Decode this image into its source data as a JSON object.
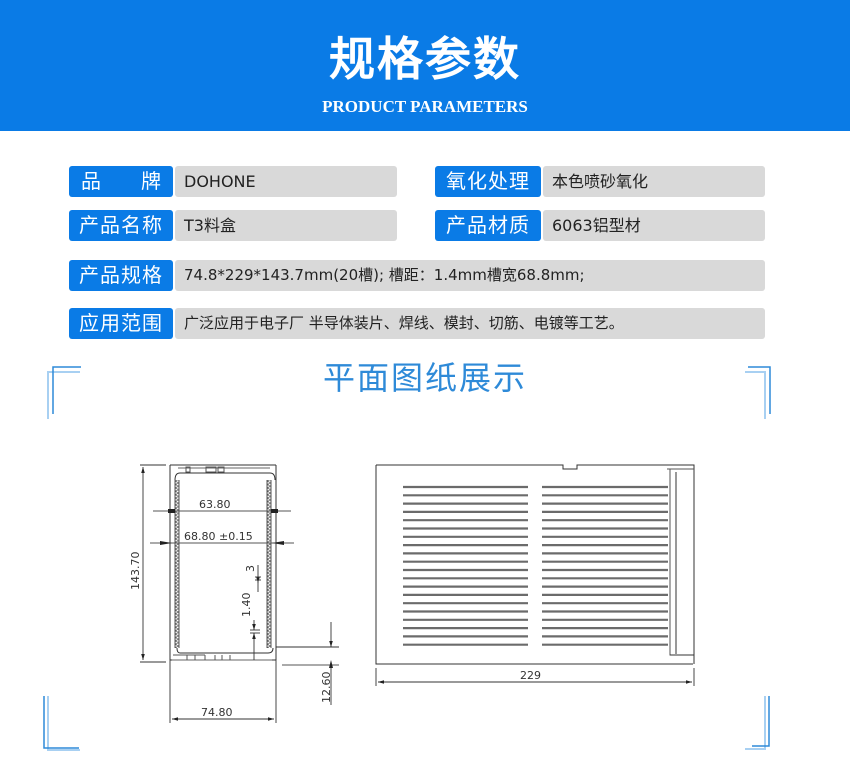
{
  "header": {
    "title": "规格参数",
    "subtitle": "PRODUCT PARAMETERS",
    "background_color": "#0a7be6"
  },
  "params": {
    "brand": {
      "label_chars": [
        "品",
        "牌"
      ],
      "value": "DOHONE"
    },
    "oxidation": {
      "label": "氧化处理",
      "value": "本色喷砂氧化"
    },
    "product_name": {
      "label": "产品名称",
      "value": "T3料盒"
    },
    "material": {
      "label": "产品材质",
      "value": "6063铝型材"
    },
    "spec": {
      "label": "产品规格",
      "value": "74.8*229*143.7mm(20槽); 槽距：1.4mm槽宽68.8mm;"
    },
    "application": {
      "label": "应用范围",
      "value": "广泛应用于电子厂 半导体装片、焊线、模封、切筋、电镀等工艺。"
    }
  },
  "section": {
    "title": "平面图纸展示",
    "accent_color": "#2e8ad8"
  },
  "drawing": {
    "front_view": {
      "dim_height": "143.70",
      "dim_inner_width": "63.80",
      "dim_slot_width": "68.80 ±0.15",
      "dim_slot_depth": "3",
      "dim_slot_pitch": "1.40",
      "dim_foot": "12.60",
      "dim_width": "74.80"
    },
    "side_view": {
      "dim_length": "229",
      "slot_count": 20
    }
  }
}
